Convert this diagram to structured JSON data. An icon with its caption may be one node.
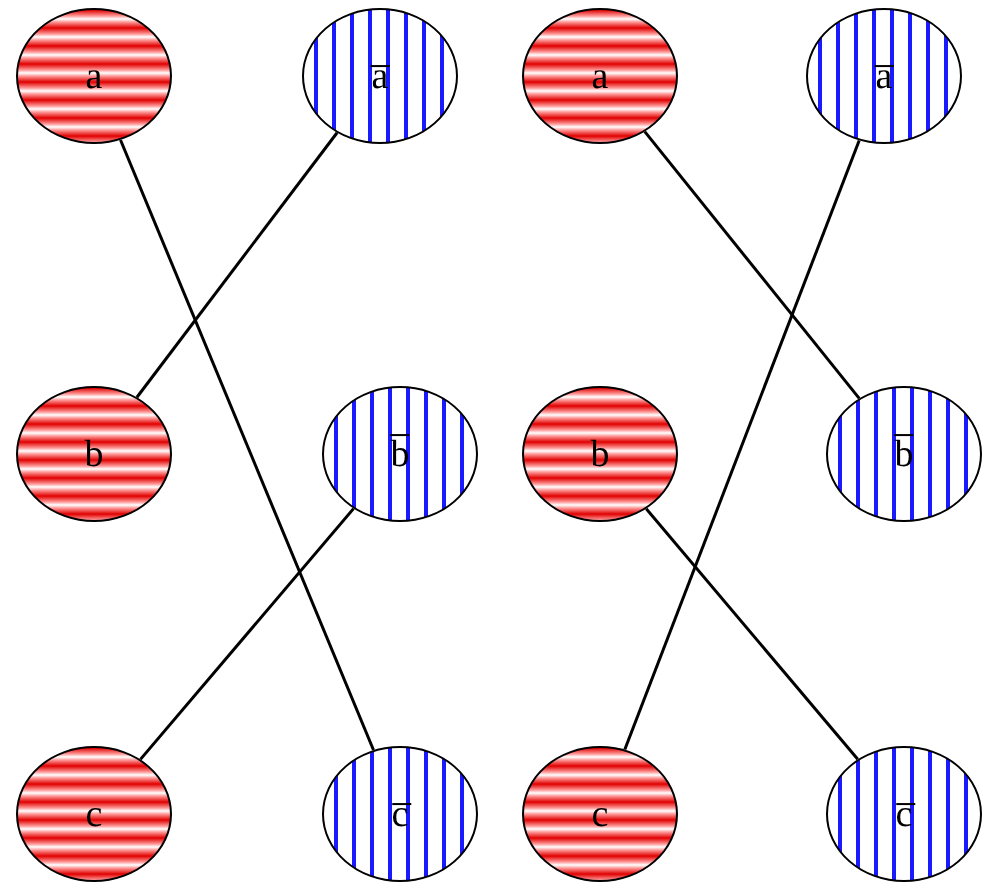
{
  "diagram": {
    "nodes": [
      {
        "text": [
          "a"
        ]
      },
      {
        "text": [
          "a̅"
        ]
      },
      {
        "text": [
          "a"
        ]
      },
      {
        "text": [
          "a̅"
        ]
      },
      {
        "text": [
          "b"
        ]
      },
      {
        "text": [
          "b̅"
        ]
      },
      {
        "text": [
          "b"
        ]
      },
      {
        "text": [
          "b̅"
        ]
      },
      {
        "text": [
          "c"
        ]
      },
      {
        "text": [
          "c̅"
        ]
      },
      {
        "text": [
          "c"
        ]
      },
      {
        "text": [
          "c̅"
        ]
      }
    ],
    "edges": [
      {
        "from": 0,
        "to": 9,
        "arrow": "none"
      },
      {
        "from": 1,
        "to": 4,
        "arrow": "none"
      },
      {
        "from": 5,
        "to": 8,
        "arrow": "none"
      },
      {
        "from": 2,
        "to": 7,
        "arrow": "none"
      },
      {
        "from": 3,
        "to": 10,
        "arrow": "none"
      },
      {
        "from": 6,
        "to": 11,
        "arrow": "none"
      }
    ]
  }
}
